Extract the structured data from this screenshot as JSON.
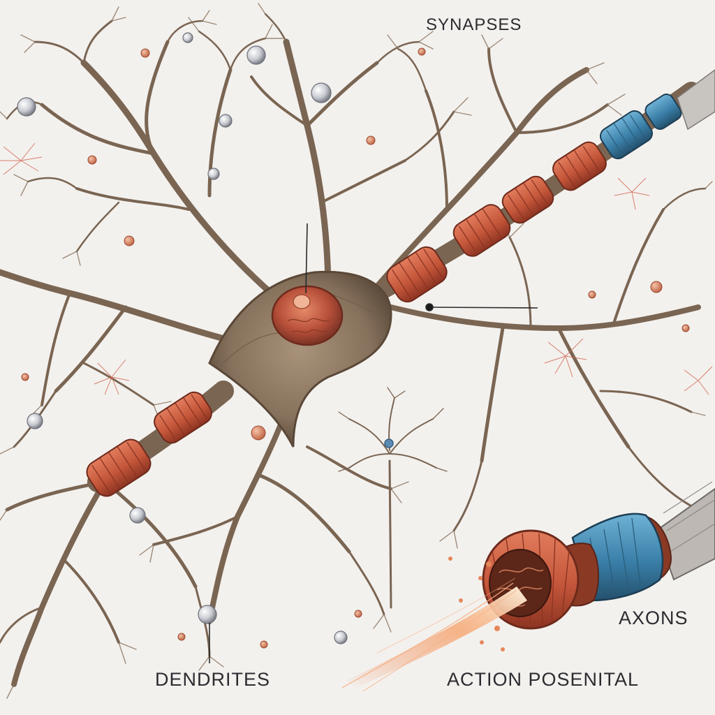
{
  "labels": {
    "synapses": "SYNAPSES",
    "dendrites": "DENDRITES",
    "axons": "AXONS",
    "action_potential": "ACTION POSENITAL"
  },
  "colors": {
    "background": "#f3f1ee",
    "neuron_body": "#8a7560",
    "neuron_dark": "#5a4838",
    "myelin_sheath": "#c4563a",
    "myelin_highlight": "#e07a5a",
    "axon_terminal_blue": "#3a7fa8",
    "signal_glow": "#f0a070",
    "synapse_vesicle": "#c9ccd2",
    "label_text": "#2c2c30"
  }
}
